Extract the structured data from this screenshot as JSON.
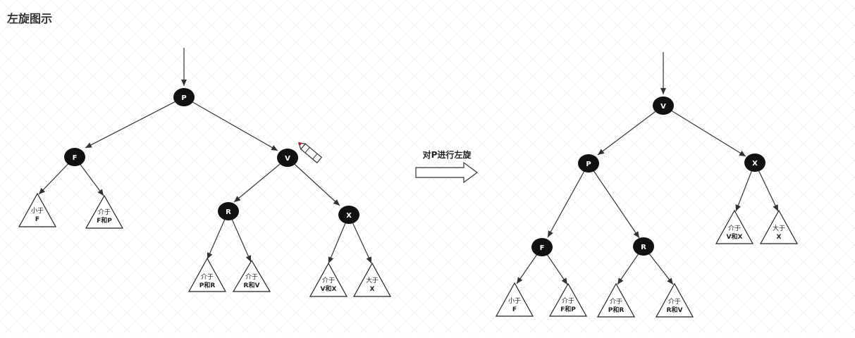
{
  "title": "左旋图示",
  "operation_label": "对P进行左旋",
  "colors": {
    "node_fill": "#111111",
    "node_text": "#ffffff",
    "edge": "#333333",
    "triangle_stroke": "#222222",
    "grid": "#e3e3e3"
  },
  "before_tree": {
    "nodes": {
      "P": "P",
      "F": "F",
      "V": "V",
      "R": "R",
      "X": "X"
    },
    "subtrees": [
      {
        "line1": "小于",
        "line2": "F"
      },
      {
        "line1": "介于",
        "line2": "F和P"
      },
      {
        "line1": "介于",
        "line2": "P和R"
      },
      {
        "line1": "介于",
        "line2": "R和V"
      },
      {
        "line1": "介于",
        "line2": "V和X"
      },
      {
        "line1": "大于",
        "line2": "X"
      }
    ]
  },
  "after_tree": {
    "nodes": {
      "V": "V",
      "P": "P",
      "X": "X",
      "F": "F",
      "R": "R"
    },
    "subtrees": [
      {
        "line1": "介于",
        "line2": "V和X"
      },
      {
        "line1": "大于",
        "line2": "X"
      },
      {
        "line1": "小于",
        "line2": "F"
      },
      {
        "line1": "介于",
        "line2": "F和P"
      },
      {
        "line1": "介于",
        "line2": "P和R"
      },
      {
        "line1": "介于",
        "line2": "R和V"
      }
    ]
  },
  "icons": {
    "cursor": "pencil-cursor-icon"
  }
}
